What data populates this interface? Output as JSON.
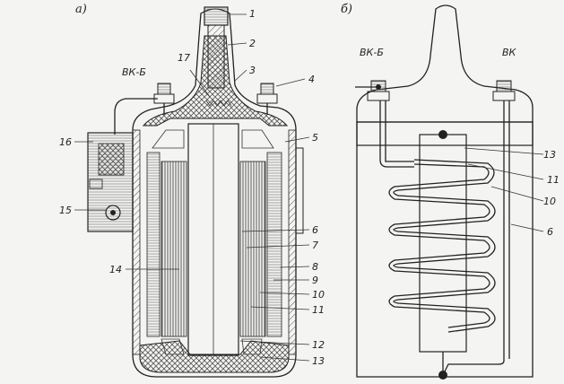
{
  "figure": {
    "panel_a_label": "а)",
    "panel_b_label": "б)"
  },
  "panel_a": {
    "terminal_label": "ВК-Б",
    "callouts": [
      "1",
      "2",
      "17",
      "3",
      "4",
      "16",
      "5",
      "15",
      "6",
      "7",
      "14",
      "8",
      "9",
      "10",
      "11",
      "12",
      "13"
    ]
  },
  "panel_b": {
    "terminal_left_label": "ВК-Б",
    "terminal_right_label": "ВК",
    "callouts": [
      "13",
      "11",
      "10",
      "6"
    ]
  },
  "colors": {
    "line": "#222222",
    "paper": "#f4f4f2",
    "hatch": "#555555"
  }
}
